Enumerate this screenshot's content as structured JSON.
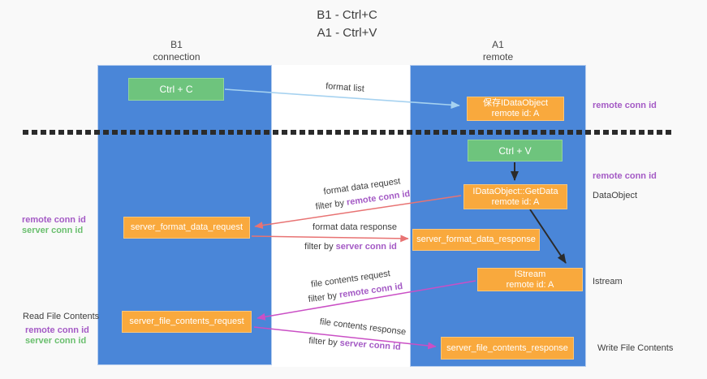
{
  "title": {
    "line1": "B1 - Ctrl+C",
    "line2": "A1 - Ctrl+V"
  },
  "lanes": {
    "left": {
      "name": "B1",
      "type": "connection"
    },
    "right": {
      "name": "A1",
      "type": "remote"
    }
  },
  "nodes": {
    "ctrl_c": {
      "label": "Ctrl + C"
    },
    "ctrl_v": {
      "label": "Ctrl + V"
    },
    "save_dataobject": {
      "line1": "保存IDataObject",
      "line2": "remote id: A"
    },
    "getdata": {
      "line1": "IDataObject::GetData",
      "line2": "remote id: A"
    },
    "istream": {
      "line1": "IStream",
      "line2": "remote id: A"
    },
    "server_format_data_request": {
      "label": "server_format_data_request"
    },
    "server_format_data_response": {
      "label": "server_format_data_response"
    },
    "server_file_contents_request": {
      "label": "server_file_contents_request"
    },
    "server_file_contents_response": {
      "label": "server_file_contents_response"
    }
  },
  "annotations": {
    "remote_conn_id": "remote conn id",
    "server_conn_id": "server conn id",
    "dataobject": "DataObject",
    "istream": "Istream",
    "read_file_contents": "Read File Contents",
    "write_file_contents": "Write File Contents"
  },
  "arrow_labels": {
    "format_list": "format list",
    "format_data_request": "format data request",
    "format_data_response": "format data response",
    "file_contents_request": "file contents request",
    "file_contents_response": "file contents response",
    "filter_by": "filter by "
  },
  "colors": {
    "lane_blue": "#4a86d8",
    "node_green": "#6ec47d",
    "node_orange": "#f9a93d",
    "arrow_lightblue": "#a6d2f0",
    "arrow_red": "#e87373",
    "arrow_magenta": "#ca4fc5",
    "arrow_black": "#2b2b2b",
    "text_purple": "#a45ac5",
    "text_green": "#6abf6e"
  }
}
